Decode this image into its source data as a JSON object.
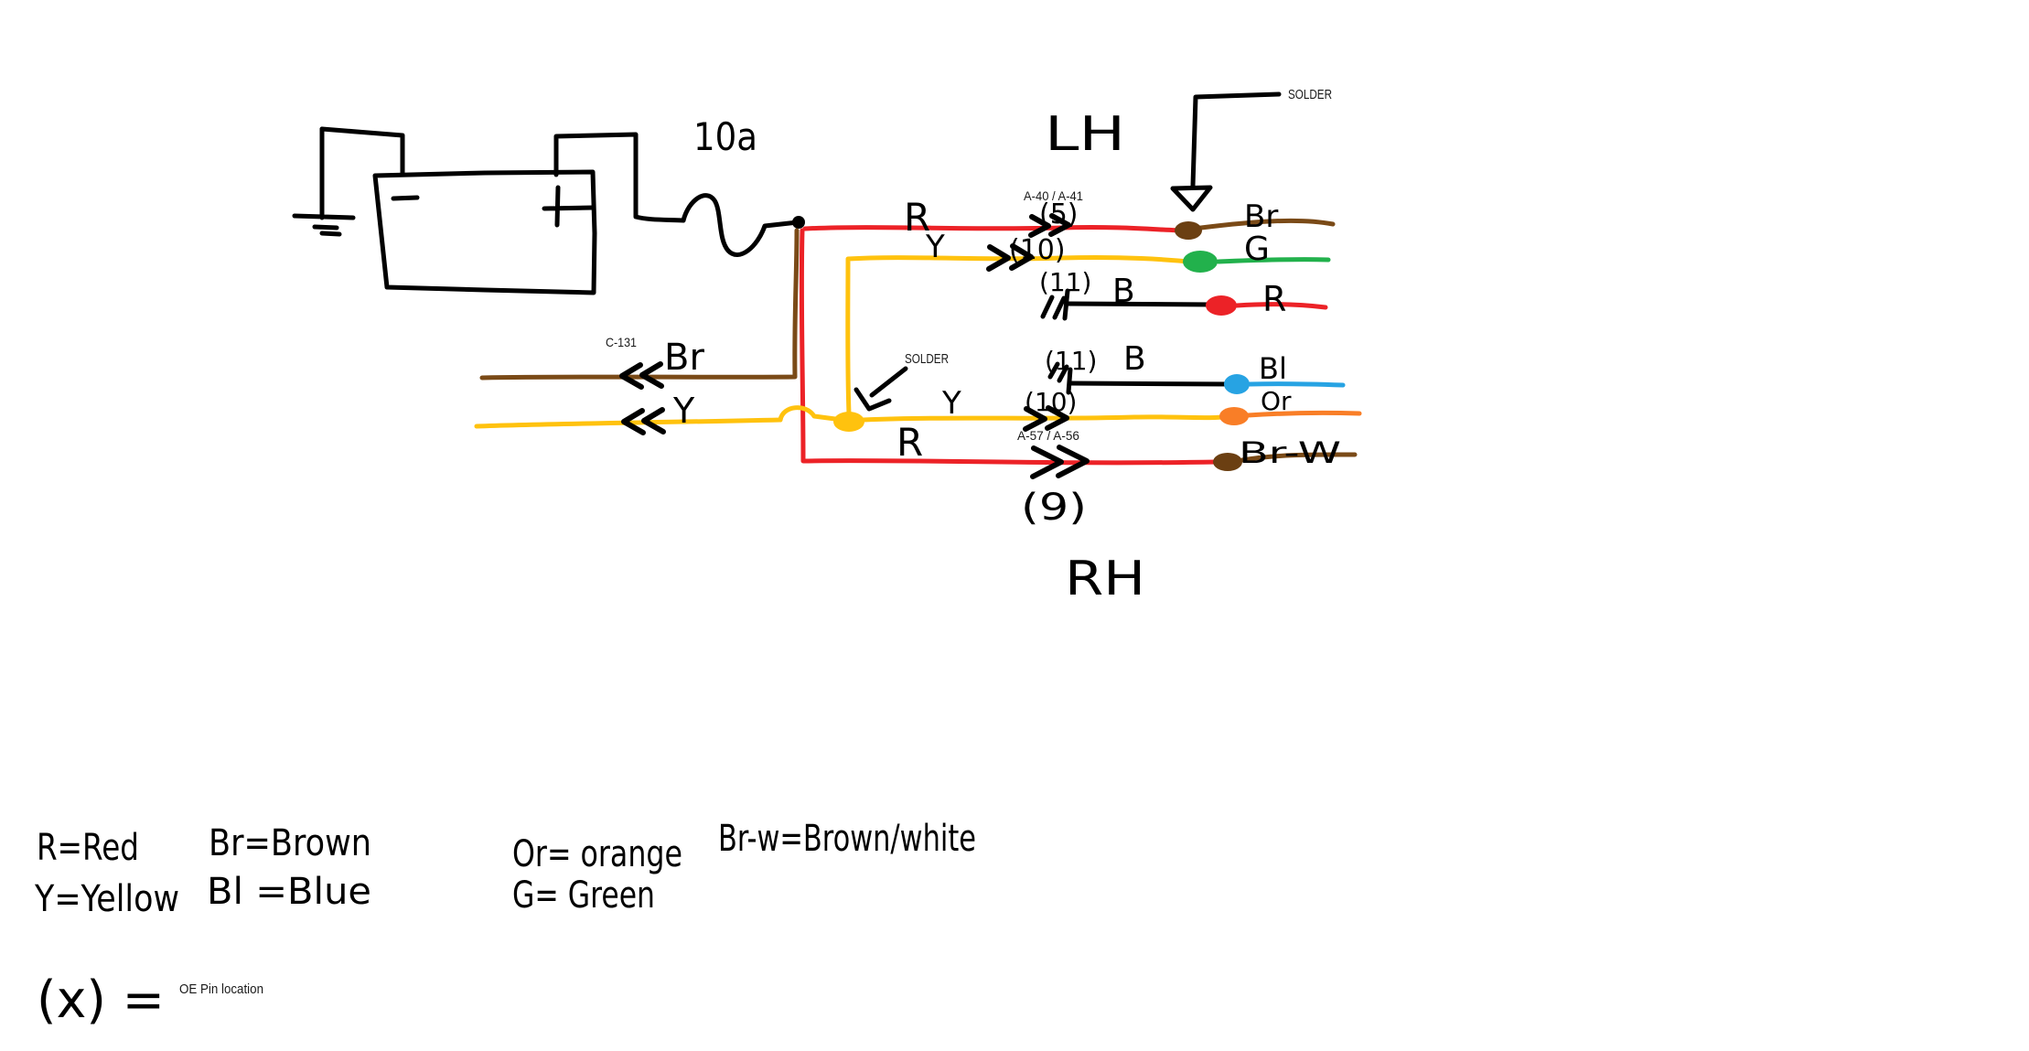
{
  "colors": {
    "red": "#EC2227",
    "yellow": "#FFC20E",
    "green": "#22B14C",
    "blue": "#27A3E3",
    "orange": "#F97E27",
    "brown": "#7A4A17",
    "dark_brown": "#6B3F12",
    "black": "#000000"
  },
  "battery": {
    "negative_label": "-",
    "positive_label": "+"
  },
  "fuse": {
    "label": "10a"
  },
  "trunk_labels": {
    "top_red": "R",
    "top_yellow": "Y",
    "mid_yellow": "Y",
    "bottom_red": "R"
  },
  "left_harness": {
    "connector": "C-131",
    "brown_wire_label": "Br",
    "yellow_wire_label": "Y"
  },
  "lh_side": {
    "title": "LH",
    "solder_label": "SOLDER",
    "connector": "A-40 / A-41",
    "rows": [
      {
        "pin": "(5)",
        "wire_label": "",
        "splice_label": "Br"
      },
      {
        "pin": "(10)",
        "wire_label": "",
        "splice_label": "G"
      },
      {
        "pin": "(11)",
        "wire_label": "B",
        "splice_label": "R"
      }
    ]
  },
  "rh_side": {
    "title": "RH",
    "solder_label": "SOLDER",
    "connector": "A-57 / A-56",
    "rows": [
      {
        "pin": "(11)",
        "wire_label": "B",
        "splice_label": "Bl"
      },
      {
        "pin": "(10)",
        "wire_label": "",
        "splice_label": "Or"
      },
      {
        "pin": "(9)",
        "wire_label": "",
        "splice_label": "Br-W"
      }
    ]
  },
  "legend": {
    "row1": [
      {
        "text": "R=Red"
      },
      {
        "text": "Br=Brown"
      },
      {
        "text": "Or= orange"
      },
      {
        "text": "Br-w=Brown/white"
      }
    ],
    "row2": [
      {
        "text": "Y=Yellow"
      },
      {
        "text": "Bl =Blue"
      },
      {
        "text": "G= Green"
      }
    ],
    "pin_note_symbol": "(x) =",
    "pin_note_text": "OE Pin location"
  }
}
